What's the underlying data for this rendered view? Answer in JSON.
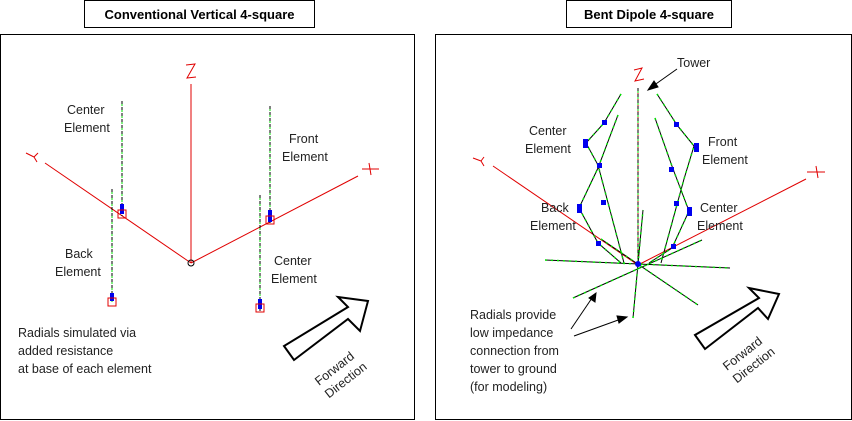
{
  "panels": [
    {
      "title": "Conventional Vertical 4-square",
      "labels": {
        "center_element_top": [
          "Center",
          "Element"
        ],
        "front_element": [
          "Front",
          "Element"
        ],
        "back_element": [
          "Back",
          "Element"
        ],
        "center_element_bottom": [
          "Center",
          "Element"
        ],
        "note": [
          "Radials simulated via",
          "added resistance",
          "at base of each element"
        ],
        "arrow": [
          "Forward",
          "Direction"
        ],
        "axes": {
          "x": "X",
          "y": "Y",
          "z": "Z"
        }
      }
    },
    {
      "title": "Bent Dipole 4-square",
      "labels": {
        "tower": "Tower",
        "center_element_top": [
          "Center",
          "Element"
        ],
        "front_element": [
          "Front",
          "Element"
        ],
        "back_element": [
          "Back",
          "Element"
        ],
        "center_element_bottom": [
          "Center",
          "Element"
        ],
        "note": [
          "Radials provide",
          "low impedance",
          "connection from",
          "tower to ground",
          "(for modeling)"
        ],
        "arrow": [
          "Forward",
          "Direction"
        ],
        "axes": {
          "x": "X",
          "y": "Y",
          "z": "Z"
        }
      }
    }
  ],
  "colors": {
    "axis": "#e00000",
    "wire": "#000000",
    "segment": "#00e000",
    "source": "#0000ee",
    "load": "#e00000"
  }
}
